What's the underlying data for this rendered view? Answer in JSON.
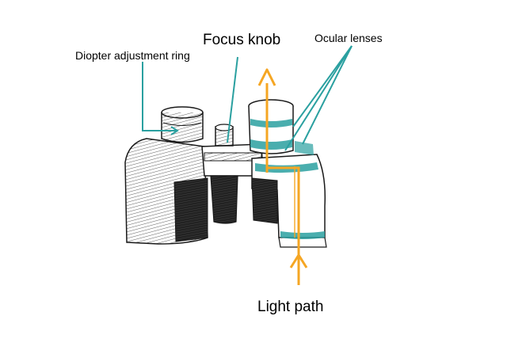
{
  "labels": {
    "diopter": "Diopter adjustment ring",
    "focus": "Focus knob",
    "ocular": "Ocular lenses",
    "light_path": "Light path"
  },
  "colors": {
    "ink": "#1a1a1a",
    "teal": "#2aa0a0",
    "orange": "#f5a623",
    "background": "#ffffff"
  }
}
